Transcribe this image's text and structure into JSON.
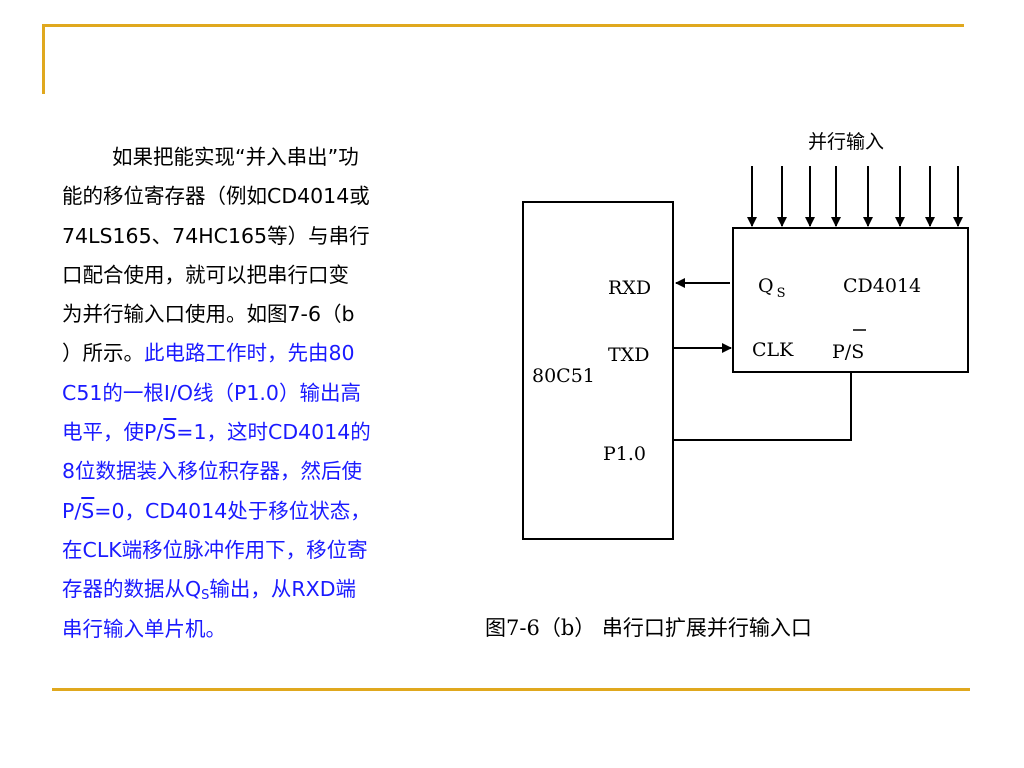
{
  "paragraph": {
    "line1": "如果把能实现“并入串出”功",
    "line2": "能的移位寄存器（例如CD4014或",
    "line3": "74LS165、74HC165等）与串行",
    "line4": "口配合使用，就可以把串行口变",
    "line5": "为并行输入口使用。如图7-6（b",
    "line6_black": "）所示。",
    "line6_blue": "此电路工作时，先由80",
    "line7": "C51的一根I/O线（P1.0）输出高",
    "line8_a": "电平，使P/",
    "line8_s": "S",
    "line8_b": "=1，这时CD4014的",
    "line9": "8位数据装入移位积存器，然后使",
    "line10_a": "P/",
    "line10_s": "S",
    "line10_b": "=0，CD4014处于移位状态，",
    "line11": "在CLK端移位脉冲作用下，移位寄",
    "line12_a": "存器的数据从Q",
    "line12_sub": "S",
    "line12_b": "输出，从RXD端",
    "line13": "串行输入单片机。"
  },
  "diagram": {
    "parallel_input_label": "并行输入",
    "mcu_label": "80C51",
    "rxd": "RXD",
    "txd": "TXD",
    "p10": "P1.0",
    "qs_q": "Q",
    "qs_s": "S",
    "chip": "CD4014",
    "clk": "CLK",
    "ps_p": "P/",
    "ps_s": "S",
    "caption": "图7-6（b） 串行口扩展并行输入口"
  },
  "colors": {
    "frame": "#e0a81e",
    "highlight_text": "#1a1aff"
  }
}
